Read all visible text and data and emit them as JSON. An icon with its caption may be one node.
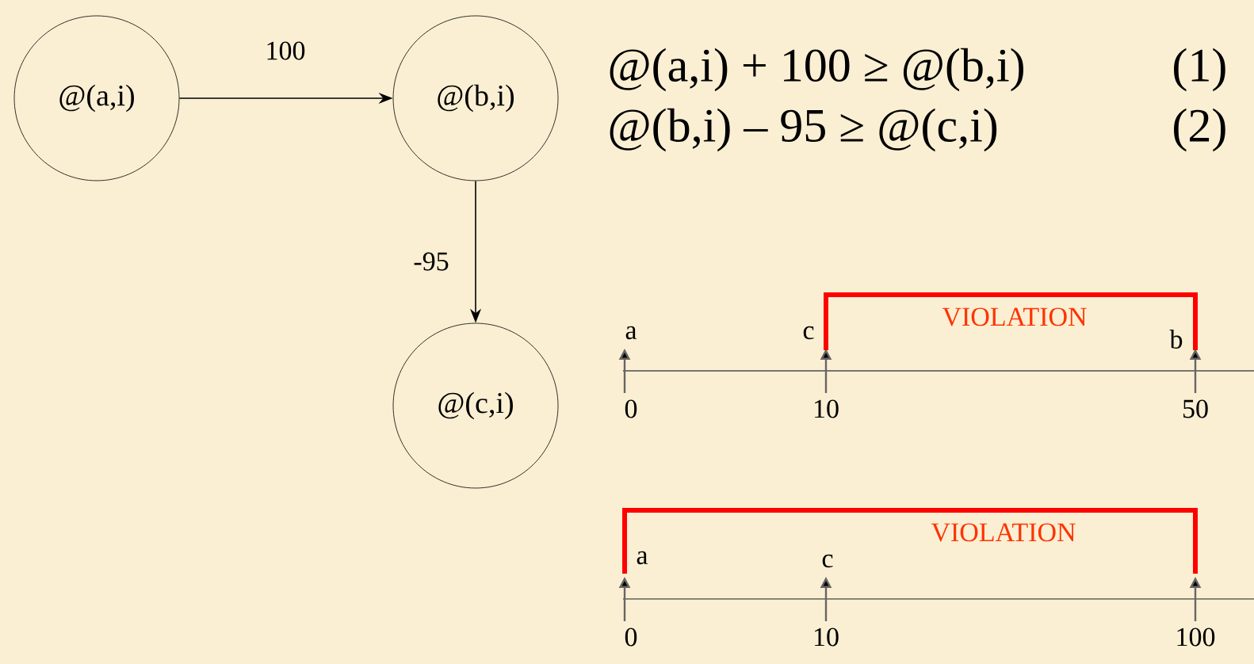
{
  "diagram": {
    "nodes": [
      {
        "text": [
          "@(a,i)"
        ]
      },
      {
        "text": [
          "@(b,i)"
        ]
      },
      {
        "text": [
          "@(c,i)"
        ]
      }
    ],
    "edges": [
      {
        "from": 0,
        "to": 1,
        "arrow": "to",
        "label": "100"
      },
      {
        "from": 1,
        "to": 2,
        "arrow": "to",
        "label": "-95"
      }
    ],
    "labels": [
      "@(a,i) + 100 ≥ @(b,i)",
      "(1)",
      "@(b,i) – 95 ≥ @(c,i)",
      "(2)",
      "VIOLATION",
      "a",
      "c",
      "b",
      "0",
      "10",
      "50",
      "VIOLATION",
      "a",
      "c",
      "0",
      "10",
      "100"
    ]
  }
}
